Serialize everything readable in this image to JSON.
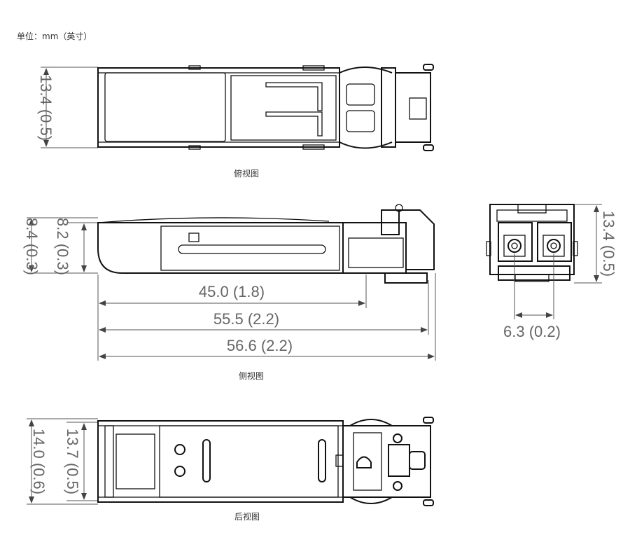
{
  "unit_note": "单位：mm（英寸）",
  "views": {
    "top": {
      "label": "俯视图",
      "height_dim": "13.4 (0.5)"
    },
    "side": {
      "label": "侧视图",
      "height_outer_dim": "8.4 (0.3)",
      "height_inner_dim": "8.2 (0.3)",
      "length_1": "45.0 (1.8)",
      "length_2": "55.5 (2.2)",
      "length_3": "56.6 (2.2)"
    },
    "front": {
      "height_dim": "13.4 (0.5)",
      "width_dim": "6.3 (0.2)"
    },
    "rear": {
      "label": "后视图",
      "height_outer_dim": "14.0 (0.6)",
      "height_inner_dim": "13.7 (0.5)"
    }
  }
}
